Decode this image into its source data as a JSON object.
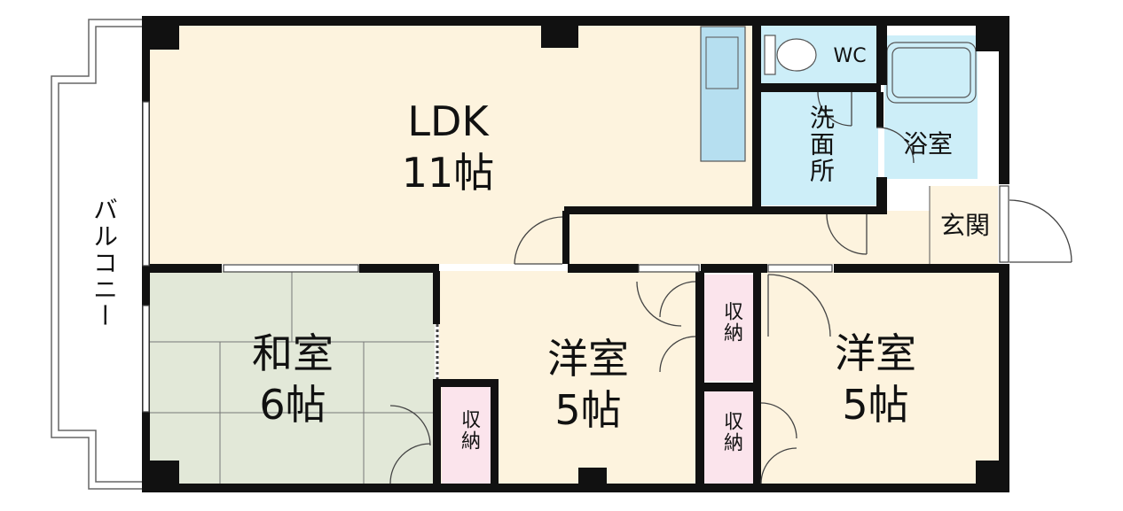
{
  "rooms": {
    "ldk": {
      "name": "LDK",
      "size": "11帖"
    },
    "washitsu": {
      "name": "和室",
      "size": "6帖"
    },
    "yoshitsu1": {
      "name": "洋室",
      "size": "5帖"
    },
    "yoshitsu2": {
      "name": "洋室",
      "size": "5帖"
    },
    "wc": "WC",
    "senmenjo": "洗面所",
    "yokushitsu": "浴室",
    "genkan": "玄関",
    "balcony": "バルコニー",
    "storage_a": "収納",
    "storage_b": "収納",
    "storage_c": "収納"
  },
  "colors": {
    "wall": "#111111",
    "floor_beige": "#fdf3de",
    "floor_tatami": "#e2e8d8",
    "wet_area_blue": "#cdeef8",
    "storage_pink": "#fbe4ec",
    "fixture_blue": "#b6dff0",
    "line_gray": "#555555"
  }
}
